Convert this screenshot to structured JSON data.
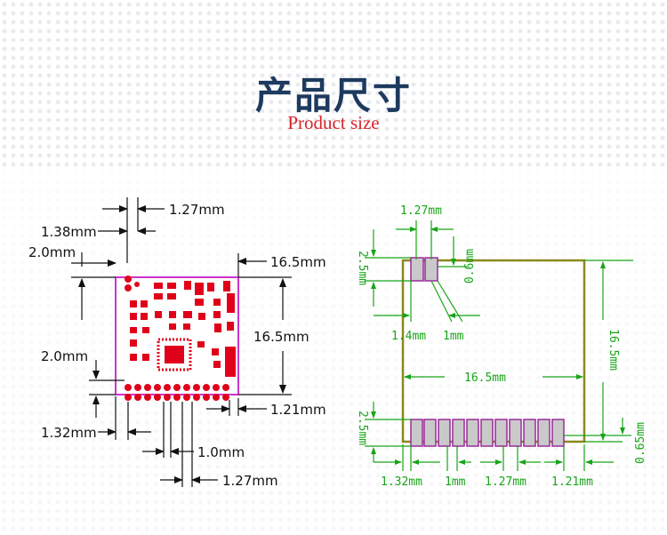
{
  "header": {
    "title": "产品尺寸",
    "subtitle": "Product size"
  },
  "left_diagram": {
    "labels": {
      "pin_pitch_top": "1.27mm",
      "pad_offset": "1.38mm",
      "top_margin": "2.0mm",
      "width_right": "16.5mm",
      "height_right": "16.5mm",
      "bottom_margin": "2.0mm",
      "right_edge": "1.21mm",
      "left_edge": "1.32mm",
      "pad_width": "1.0mm",
      "pin_pitch_bottom": "1.27mm"
    }
  },
  "right_diagram": {
    "labels": {
      "pitch_top": "1.27mm",
      "pad_height_top": "2.5mm",
      "pad_gap_top": "0.6mm",
      "left_1_4": "1.4mm",
      "left_1": "1mm",
      "width": "16.5mm",
      "height": "16.5mm",
      "pad_height_bottom": "2.5mm",
      "pad_offset_bottom": "0.65mm",
      "b_1_32": "1.32mm",
      "b_1": "1mm",
      "b_1_27": "1.27mm",
      "b_1_21": "1.21mm"
    }
  },
  "colors": {
    "title": "#1d3a5f",
    "subtitle": "#d8222a",
    "pcb_pad": "#e0001a",
    "pcb_outline": "#cc33cc",
    "footprint_outline": "#8a8a1c",
    "footprint_dim": "#17a517",
    "footprint_pad": "#9a2a9a"
  }
}
